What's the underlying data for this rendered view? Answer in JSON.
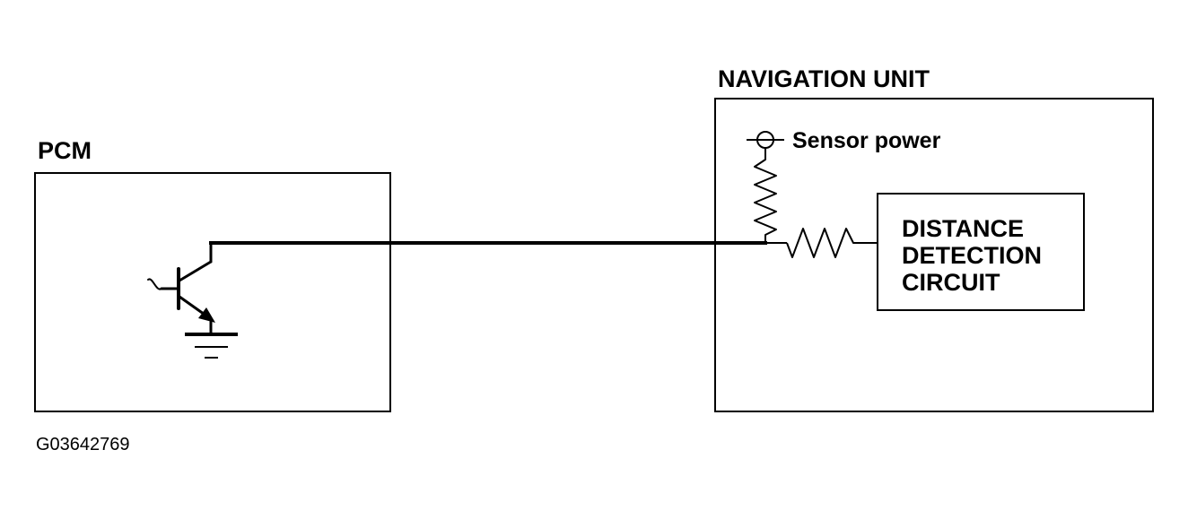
{
  "pcm": {
    "label": "PCM"
  },
  "navigation_unit": {
    "label": "NAVIGATION UNIT",
    "sensor_power_label": "Sensor power",
    "circuit_lines": [
      "DISTANCE",
      "DETECTION",
      "CIRCUIT"
    ]
  },
  "figure_id": "G03642769"
}
